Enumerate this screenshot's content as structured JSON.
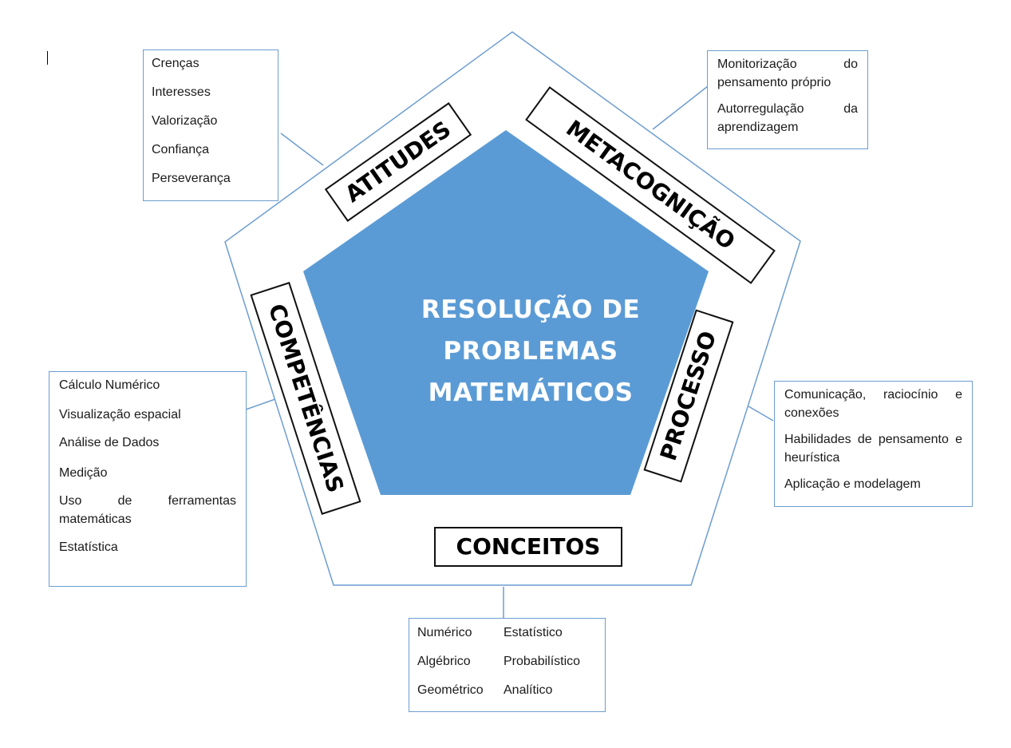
{
  "center": {
    "lines": [
      "RESOLUÇÃO DE",
      "PROBLEMAS",
      "MATEMÁTICOS"
    ]
  },
  "colors": {
    "inner_pentagon": "#5b9bd5",
    "outline": "#6d9dd0"
  },
  "dimensions": {
    "atitudes": {
      "label": "ATITUDES",
      "items": [
        "Crenças",
        "Interesses",
        "Valorização",
        "Confiança",
        "Perseverança"
      ]
    },
    "metacognicao": {
      "label": "METACOGNIÇÃO",
      "items": [
        "Monitorização do pensamento próprio",
        "Autorregulação da aprendizagem"
      ]
    },
    "processo": {
      "label": "PROCESSO",
      "items": [
        "Comunicação, raciocínio e conexões",
        "Habilidades de pensamento e heurística",
        "Aplicação e modelagem"
      ]
    },
    "conceitos": {
      "label": "CONCEITOS",
      "col1": [
        "Numérico",
        "Algébrico",
        "Geométrico"
      ],
      "col2": [
        "Estatístico",
        "Probabilístico",
        "Analítico"
      ]
    },
    "competencias": {
      "label": "COMPETÊNCIAS",
      "items": [
        "Cálculo Numérico",
        "Visualização espacial",
        "Análise de Dados",
        "Medição",
        "Uso de ferramentas matemáticas",
        "Estatística"
      ]
    }
  }
}
